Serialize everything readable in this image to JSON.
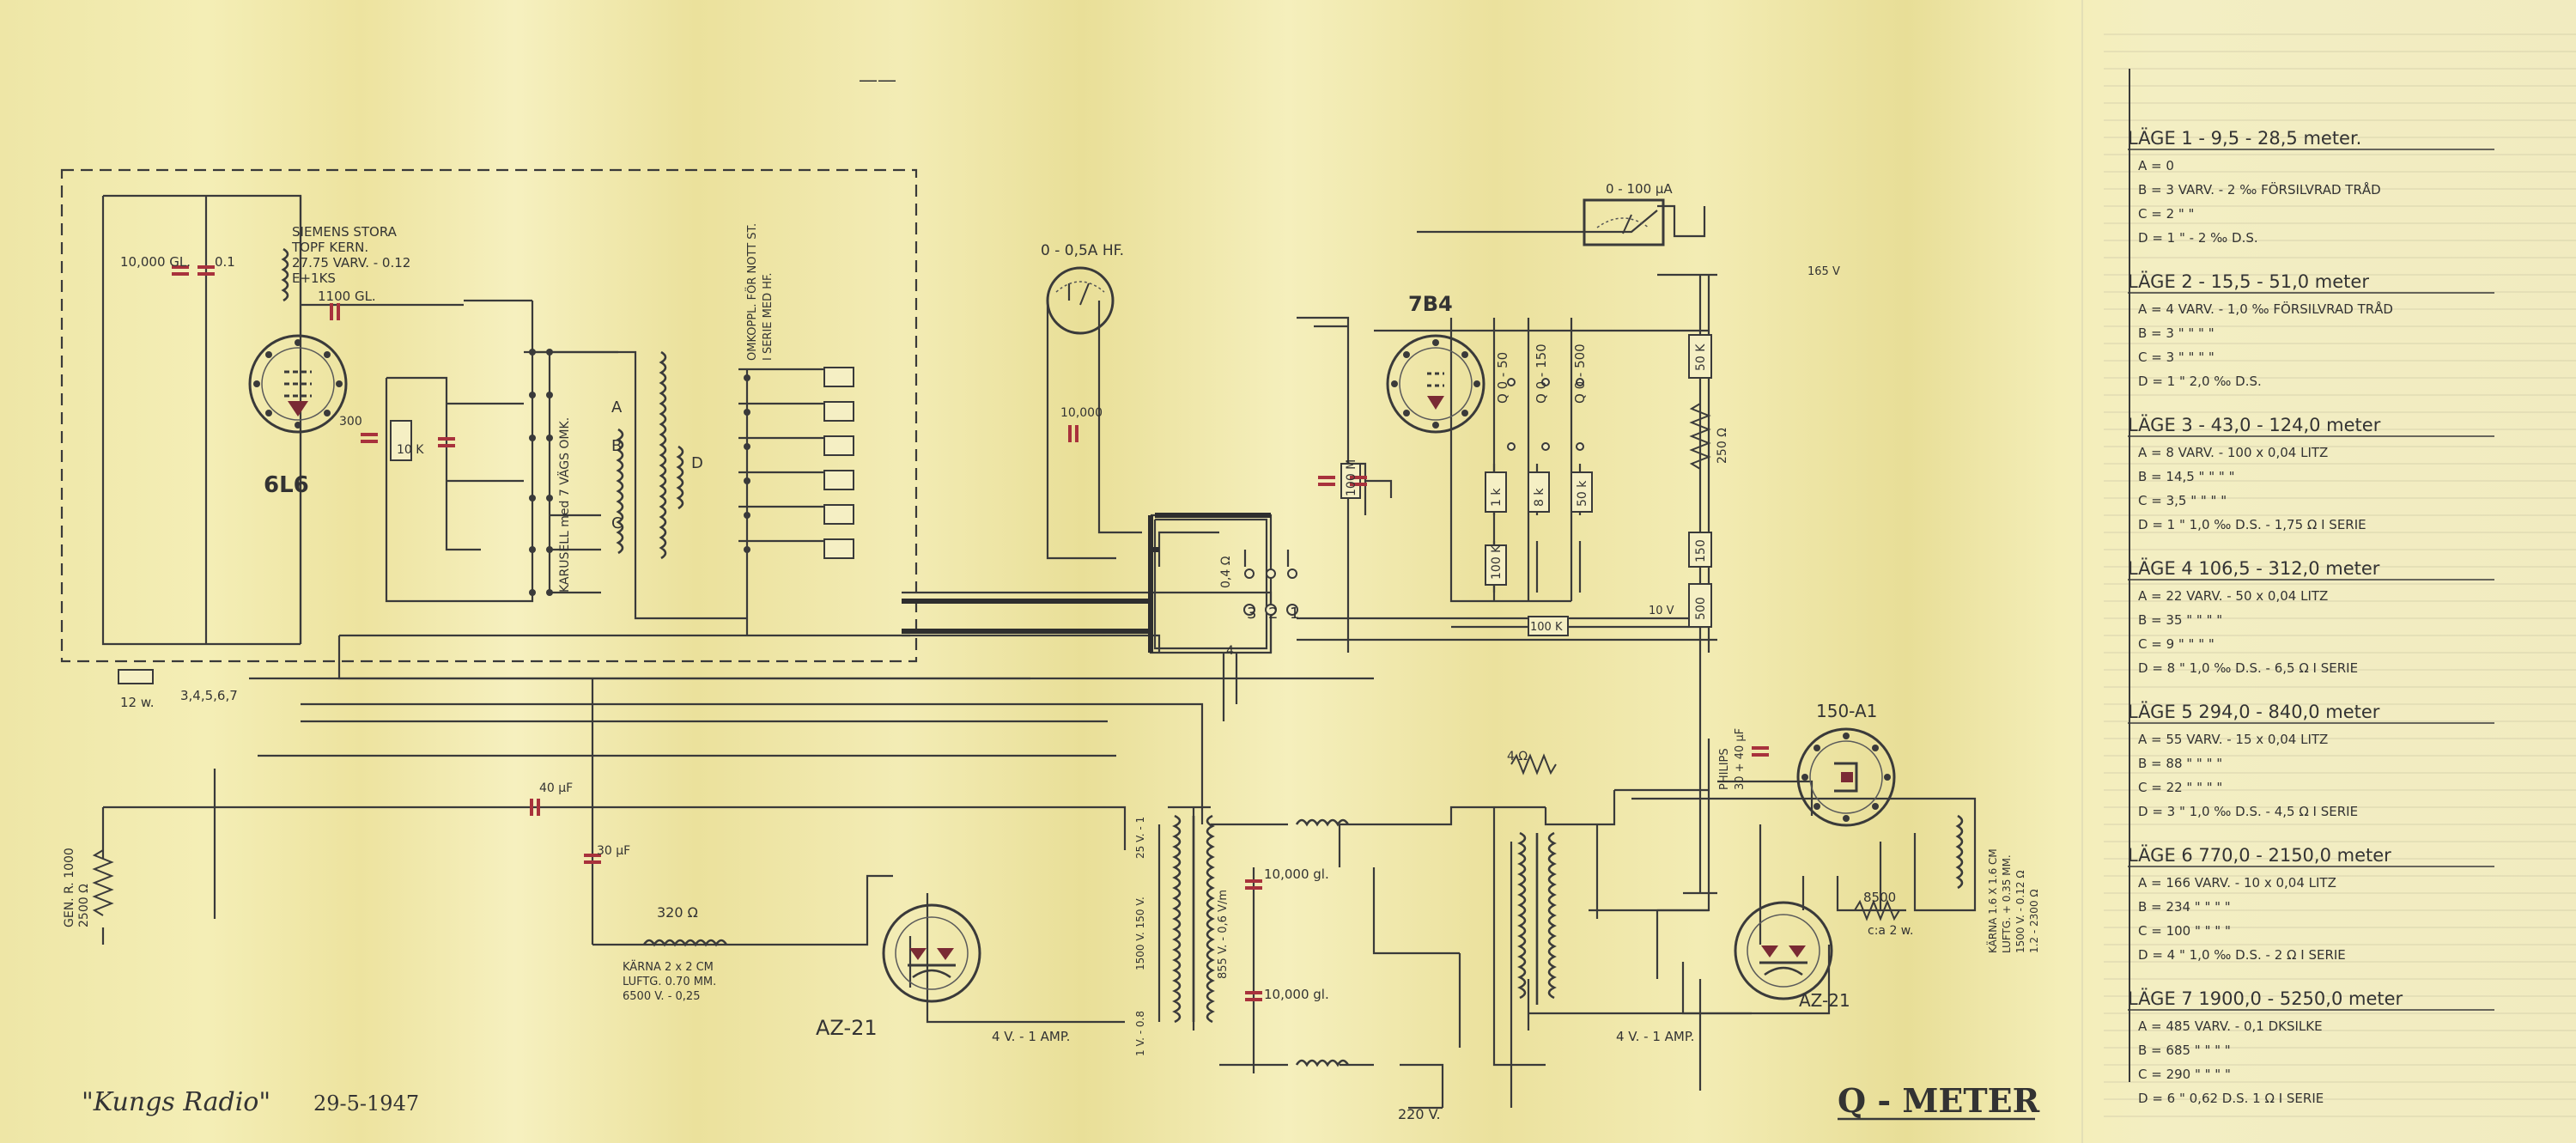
{
  "drawing": {
    "title": "Q - METER",
    "signature": "\"Kungs Radio\"",
    "date": "29-5-1947",
    "colors": {
      "paper": "#efe7a8",
      "ink": "#3a3a3a",
      "capacitor_red": "#a8323c",
      "ruling": "#cfcca2"
    }
  },
  "oscillator": {
    "tube": "6L6",
    "coil_note": [
      "SIEMENS STORA",
      "TOPF KERN.",
      "27.75 VARV. - 0.12",
      "E+1KS"
    ],
    "cap_1": "10,000 GL.",
    "cap_2": "0.1",
    "cap_3": "1100 GL.",
    "cap_4": "300",
    "resistor": "10 K",
    "carousel_label": "KARUSELL med 7 VÄGS OMK.",
    "coil_letters": [
      "A",
      "B",
      "C",
      "D"
    ],
    "switch_label": [
      "OMKOPPL. FÖR NOTT ST.",
      "I SERIE MED HF."
    ],
    "heater_res": "12 w.",
    "switch_positions": "3,4,5,6,7",
    "gen_res": "GEN. R. 1000",
    "gen_res_value": "2500 Ω",
    "ext_cap_1": "40 μF",
    "ext_cap_2": "30 μF"
  },
  "meters": {
    "hf_meter": "0 - 0,5A HF.",
    "microamp_meter": "0 - 100 μA",
    "cap_hf": "10,000",
    "res_04": "0,4 Ω"
  },
  "vtvm": {
    "tube": "7B4",
    "ranges": [
      "Q 0 - 50",
      "Q 0 - 150",
      "Q 0 - 500"
    ],
    "resistors": [
      "1 k",
      "8 k",
      "50 k"
    ],
    "res_100m": "100 M",
    "res_100k_a": "100 K",
    "res_100k_b": "100 K",
    "res_50k": "50 K",
    "res_250": "250 Ω",
    "res_150": "150",
    "res_500": "500",
    "volt_165": "165 V",
    "volt_10": "10 V",
    "res_4": "4 Ω",
    "switch_numbers": [
      "3",
      "2",
      "1"
    ],
    "switch_4": "4"
  },
  "regulator": {
    "tube": "150-A1",
    "cap_label": [
      "PHILIPS",
      "30 + 40 μF"
    ],
    "choke_label": [
      "KÄRNA 1.6 X 1.6 CM",
      "LUFTG. + 0.35 MM.",
      "1500 V. - 0.12 Ω",
      "1.2 - 2300 Ω"
    ],
    "res_label": [
      "8500",
      "c:a 2 w."
    ]
  },
  "power_supply": {
    "rectifier_1": "AZ-21",
    "rectifier_2": "AZ-21",
    "choke_res": "320 Ω",
    "choke_label": [
      "KÄRNA 2 x 2 CM",
      "LUFTG. 0.70 MM.",
      "6500 V. - 0,25"
    ],
    "filament_1": "4 V. - 1 AMP.",
    "filament_2": "4 V. - 1 AMP.",
    "transformer_primary": "855 V. - 0,6 V/m",
    "tap_1": "25 V. - 1",
    "tap_2": "1500 V. 150 V.",
    "tap_3": "1 V. - 0.8",
    "cap_a": "10,000 gl.",
    "cap_b": "10,000 gl.",
    "mains": "220 V."
  },
  "range_table": {
    "ranges": [
      {
        "heading": "LÄGE 1 - 9,5 - 28,5 meter.",
        "lines": [
          "A = 0",
          "B = 3 VARV. - 2 ‰ FÖRSILVRAD TRÅD",
          "C = 2 \" \"",
          "D = 1 \" - 2 ‰ D.S."
        ]
      },
      {
        "heading": "LÄGE 2 - 15,5 - 51,0 meter",
        "lines": [
          "A = 4 VARV. - 1,0 ‰ FÖRSILVRAD TRÅD",
          "B = 3 \" \" \" \"",
          "C = 3 \" \" \" \"",
          "D = 1 \" 2,0 ‰ D.S."
        ]
      },
      {
        "heading": "LÄGE 3 - 43,0 - 124,0 meter",
        "lines": [
          "A = 8 VARV. - 100 x 0,04 LITZ",
          "B = 14,5 \" \" \" \"",
          "C = 3,5 \" \" \" \"",
          "D = 1 \" 1,0 ‰ D.S. - 1,75 Ω I SERIE"
        ]
      },
      {
        "heading": "LÄGE 4 106,5 - 312,0 meter",
        "lines": [
          "A = 22 VARV. - 50 x 0,04 LITZ",
          "B = 35 \" \" \" \"",
          "C = 9 \" \" \" \"",
          "D = 8 \" 1,0 ‰ D.S. - 6,5 Ω I SERIE"
        ]
      },
      {
        "heading": "LÄGE 5 294,0 - 840,0 meter",
        "lines": [
          "A = 55 VARV. - 15 x 0,04 LITZ",
          "B = 88 \" \" \" \"",
          "C = 22 \" \" \" \"",
          "D = 3 \" 1,0 ‰ D.S. - 4,5 Ω I SERIE"
        ]
      },
      {
        "heading": "LÄGE 6 770,0 - 2150,0 meter",
        "lines": [
          "A = 166 VARV. - 10 x 0,04 LITZ",
          "B = 234 \" \" \" \"",
          "C = 100 \" \" \" \"",
          "D = 4 \" 1,0 ‰ D.S. - 2 Ω I SERIE"
        ]
      },
      {
        "heading": "LÄGE 7 1900,0 - 5250,0 meter",
        "lines": [
          "A = 485 VARV. - 0,1 DKSILKE",
          "B = 685 \" \" \" \"",
          "C = 290 \" \" \" \"",
          "D = 6 \" 0,62 D.S. 1 Ω I SERIE"
        ]
      }
    ]
  }
}
